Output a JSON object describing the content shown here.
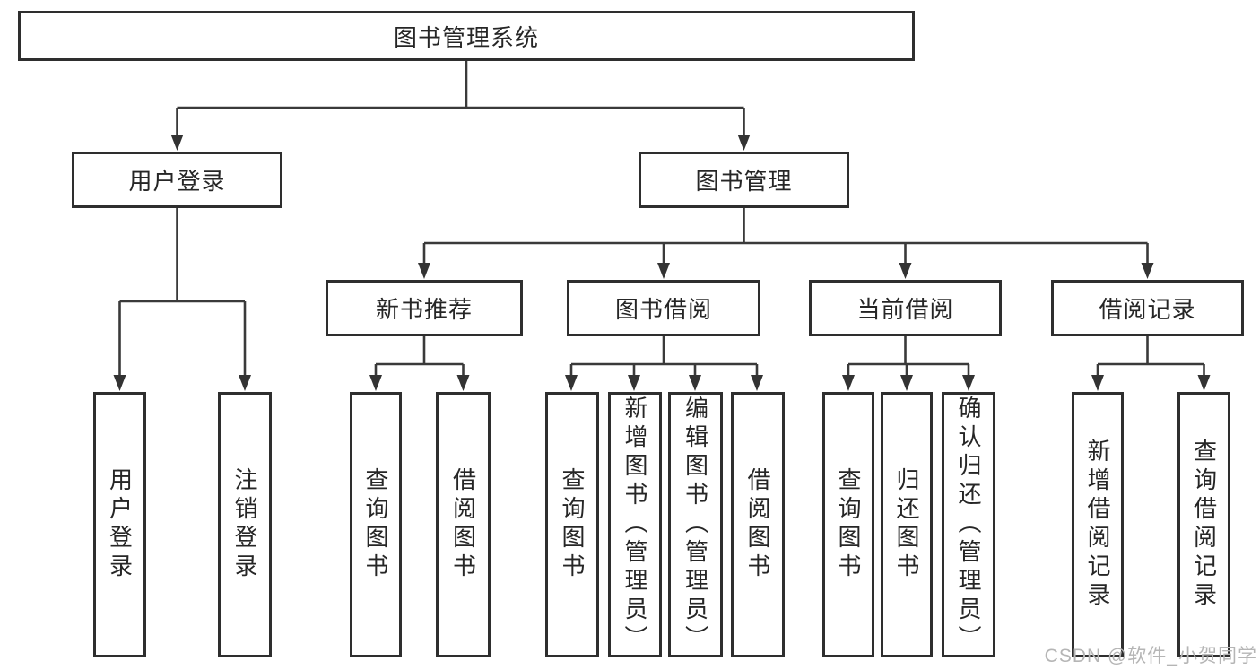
{
  "diagram": {
    "root": {
      "label": "图书管理系统"
    },
    "level2": [
      {
        "label": "用户登录"
      },
      {
        "label": "图书管理"
      }
    ],
    "level3": [
      {
        "label": "新书推荐"
      },
      {
        "label": "图书借阅"
      },
      {
        "label": "当前借阅"
      },
      {
        "label": "借阅记录"
      }
    ],
    "leaves": {
      "user_login": [
        {
          "label": "用户登录"
        },
        {
          "label": "注销登录"
        }
      ],
      "new_book_rec": [
        {
          "label": "查询图书"
        },
        {
          "label": "借阅图书"
        }
      ],
      "book_borrow": [
        {
          "label": "查询图书"
        },
        {
          "label": "新增图书（管理员）"
        },
        {
          "label": "编辑图书（管理员）"
        },
        {
          "label": "借阅图书"
        }
      ],
      "current_borrow": [
        {
          "label": "查询图书"
        },
        {
          "label": "归还图书"
        },
        {
          "label": "确认归还（管理员）"
        }
      ],
      "borrow_record": [
        {
          "label": "新增借阅记录"
        },
        {
          "label": "查询借阅记录"
        }
      ]
    },
    "watermark": "CSDN @软件_小贺同学",
    "colors": {
      "line": "#3a3a3a",
      "box_border": "#2e2e2e",
      "text": "#262626",
      "watermark": "#b5b5b5",
      "background": "#ffffff"
    }
  }
}
